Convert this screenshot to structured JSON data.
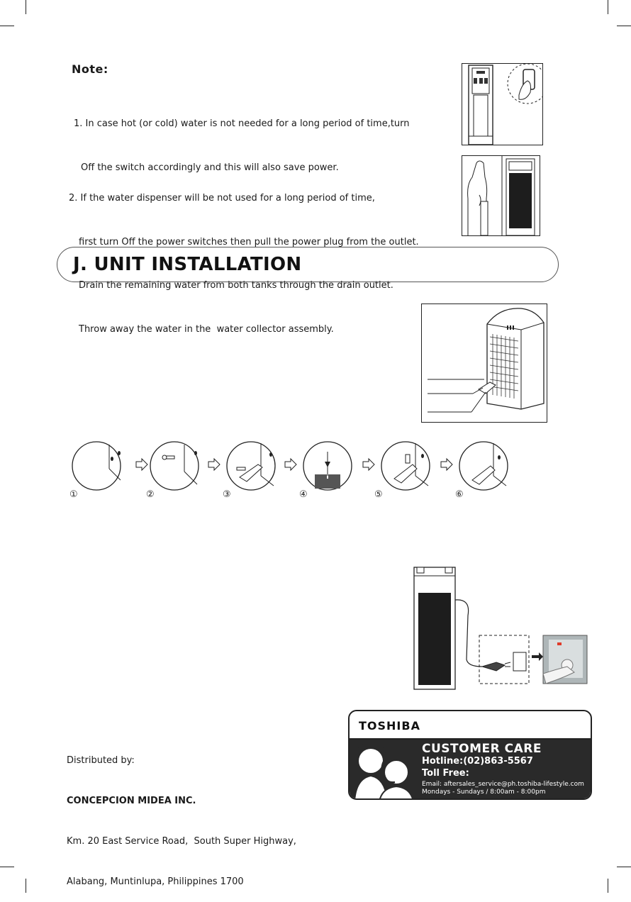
{
  "note": {
    "title": "Note:",
    "item1_line1": "1. In case hot (or cold) water is not needed for a long period of time,turn",
    "item1_line2": "Off the switch accordingly and this will also save power.",
    "item2_line1": "2. If the water dispenser will be not used for a long period of time,",
    "item2_line2": "first turn Off the power switches then pull the power plug from the outlet.",
    "item2_line3": "Drain the remaining water from both tanks through the drain outlet.",
    "item2_line4": "Throw away the water in the  water collector assembly."
  },
  "section": {
    "title": "J. UNIT INSTALLATION"
  },
  "steps": {
    "labels": [
      "①",
      "②",
      "③",
      "④",
      "⑤",
      "⑥"
    ]
  },
  "distributor": {
    "label": "Distributed by:",
    "company": "CONCEPCION MIDEA INC.",
    "address_line1": "Km. 20 East Service Road,  South Super Highway,",
    "address_line2": "Alabang, Muntinlupa, Philippines 1700"
  },
  "customer_care": {
    "brand": "TOSHIBA",
    "title": "CUSTOMER CARE",
    "hotline": "Hotline:(02)863-5567",
    "toll_free": "Toll Free:",
    "email": "Email: aftersales_service@ph.toshiba-lifestyle.com",
    "hours": "Mondays - Sundays / 8:00am - 8:00pm"
  },
  "colors": {
    "text": "#1a1a1a",
    "panel": "#2a2a2a",
    "accent": "#e03b2a"
  }
}
